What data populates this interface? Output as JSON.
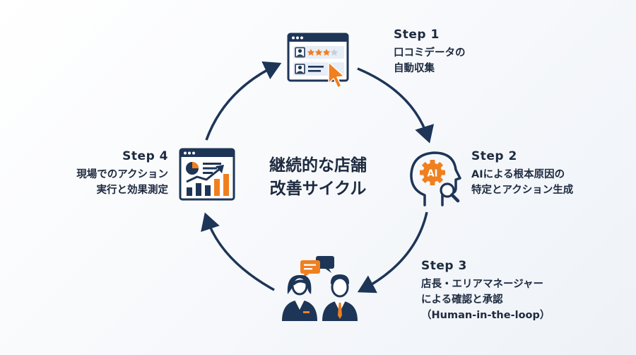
{
  "center": {
    "line1": "継続的な店舗",
    "line2": "改善サイクル"
  },
  "steps": [
    {
      "title": "Step 1",
      "lines": [
        "口コミデータの",
        "自動収集"
      ]
    },
    {
      "title": "Step 2",
      "lines": [
        "AIによる根本原因の",
        "特定とアクション生成"
      ]
    },
    {
      "title": "Step 3",
      "lines": [
        "店長・エリアマネージャー",
        "による確認と承認",
        "（Human-in-the-loop）"
      ]
    },
    {
      "title": "Step 4",
      "lines": [
        "現場でのアクション",
        "実行と効果測定"
      ]
    }
  ],
  "icons": {
    "step1": "review-browser-icon",
    "step2": "ai-head-icon",
    "step3": "managers-chat-icon",
    "step4": "analytics-dashboard-icon"
  },
  "icon_texts": {
    "ai_badge": "AI"
  },
  "colors": {
    "navy": "#1d3557",
    "orange": "#f07f1f",
    "light_blue": "#e8eef7"
  }
}
